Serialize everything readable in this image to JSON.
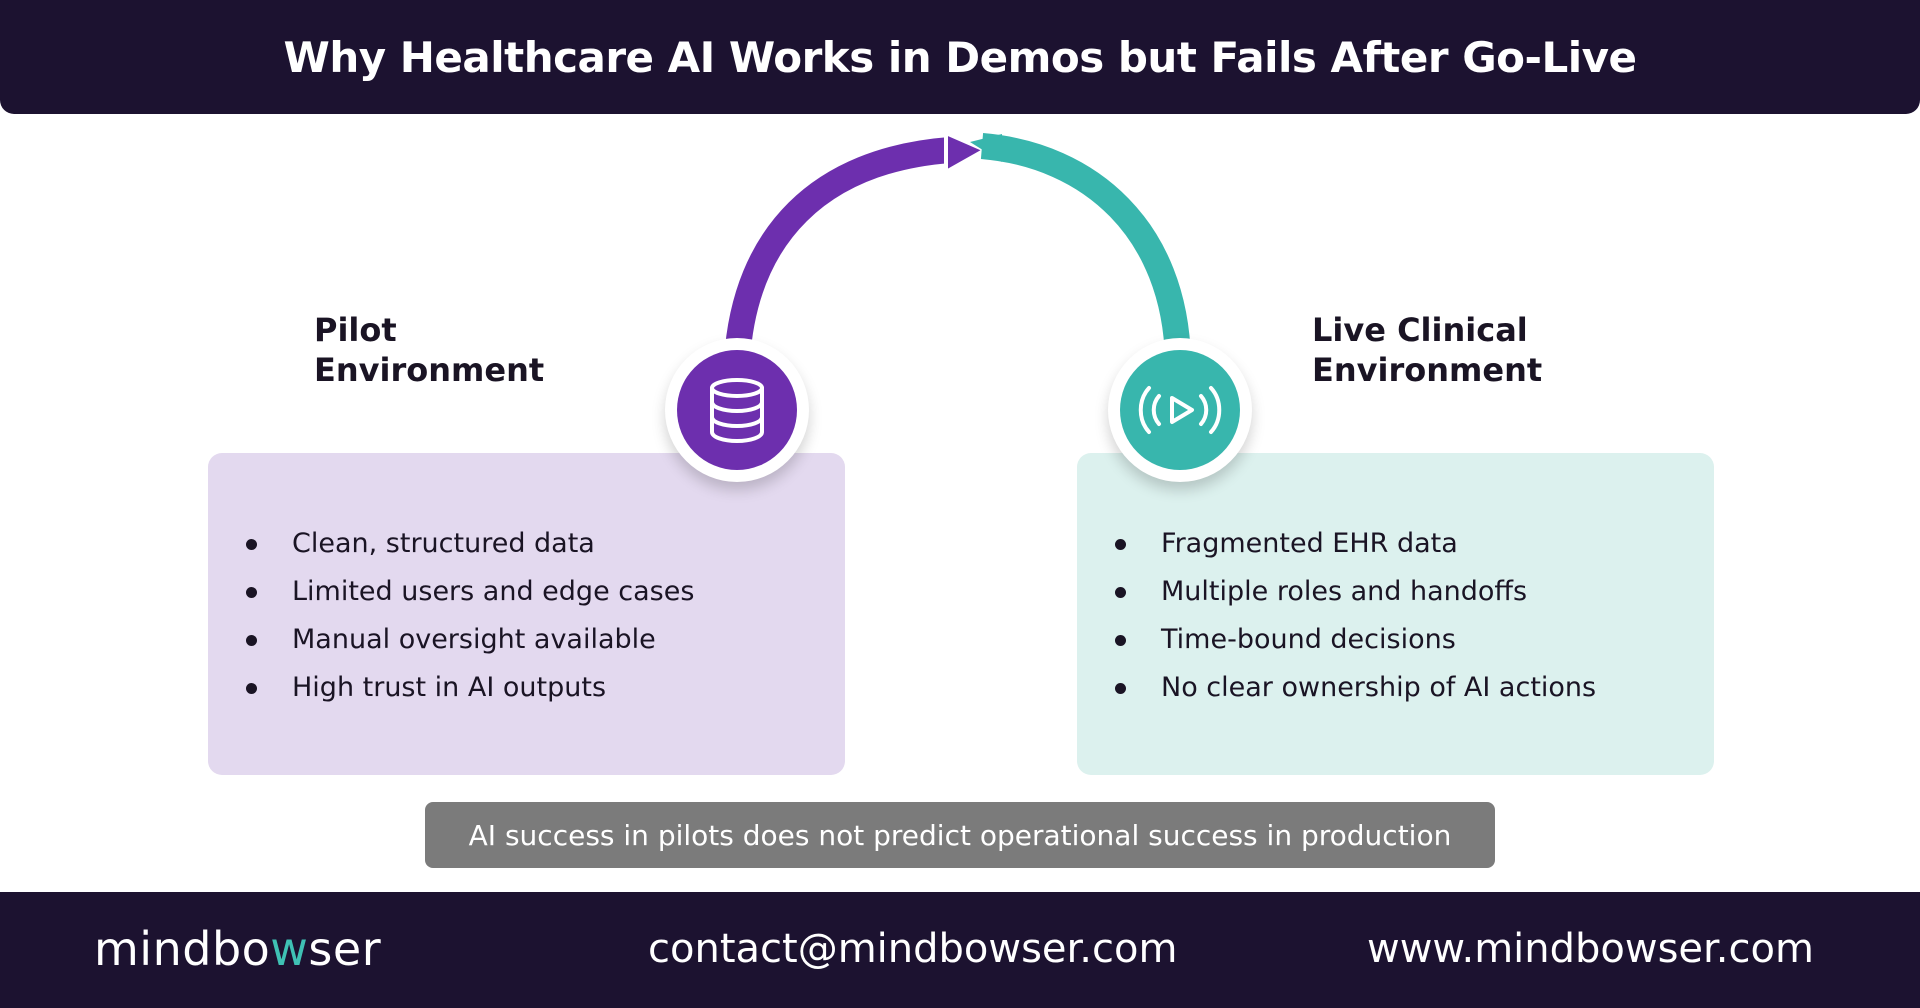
{
  "header": {
    "title": "Why Healthcare AI Works in Demos but Fails After Go-Live"
  },
  "pilot": {
    "heading": "Pilot\nEnvironment",
    "icon": "database-icon",
    "color": "#6d2fae",
    "card_color": "#e3d9ef",
    "items": [
      "Clean, structured data",
      "Limited users and edge cases",
      "Manual oversight available",
      "High trust in AI outputs"
    ]
  },
  "live": {
    "heading": "Live Clinical\nEnvironment",
    "icon": "broadcast-play-icon",
    "color": "#38b6ad",
    "card_color": "#dcf1ee",
    "items": [
      "Fragmented EHR data",
      "Multiple roles and handoffs",
      "Time-bound decisions",
      "No clear ownership of AI actions"
    ]
  },
  "banner": {
    "text": "AI success in pilots does not predict operational success in production"
  },
  "footer": {
    "logo_prefix": "mindbo",
    "logo_accent": "w",
    "logo_suffix": "ser",
    "email": "contact@mindbowser.com",
    "website": "www.mindbowser.com"
  }
}
